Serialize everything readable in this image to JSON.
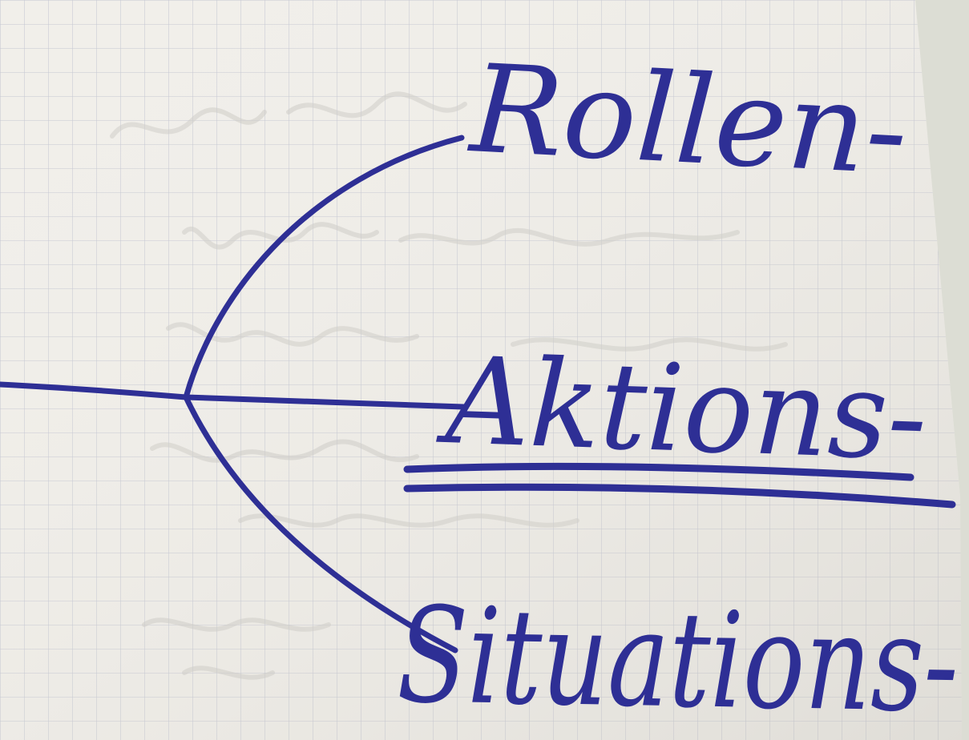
{
  "photo": {
    "subject": "handwritten-mind-map-on-grid-paper",
    "colors": {
      "ink": "#2e2f95",
      "paper": "#f1efea",
      "grid": "#c4c6d2",
      "background_right": "#dcddd4",
      "show_through": "#cfcdc8"
    }
  },
  "branches": [
    {
      "label": "Rollen-"
    },
    {
      "label": "Aktions-"
    },
    {
      "label": "Situations-"
    }
  ]
}
